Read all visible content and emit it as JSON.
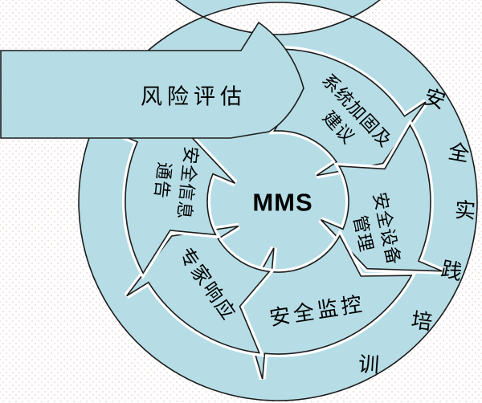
{
  "diagram": {
    "center_label": "MMS",
    "arrows": [
      {
        "name": "risk-assessment",
        "label": "风险评估"
      },
      {
        "name": "system-hardening-advice",
        "lines": [
          "系统加固及",
          "建议"
        ]
      },
      {
        "name": "security-device-management",
        "lines": [
          "安全设备",
          "管理"
        ]
      },
      {
        "name": "security-monitoring",
        "label": "安全监控"
      },
      {
        "name": "expert-response",
        "label": "专家响应"
      },
      {
        "name": "security-info-bulletin",
        "lines": [
          "安全信息",
          "通告"
        ]
      }
    ],
    "ring_label": "安全实践培训",
    "ring_label_chars": [
      "安",
      "全",
      "实",
      "践",
      "培",
      "训"
    ],
    "colors": {
      "shape_fill": "#b6dde6",
      "outline": "#1c1c1c",
      "halo": "#ffffff",
      "text": "#000000",
      "background": "#ffffff",
      "background_dots": "#eedbdb"
    }
  }
}
